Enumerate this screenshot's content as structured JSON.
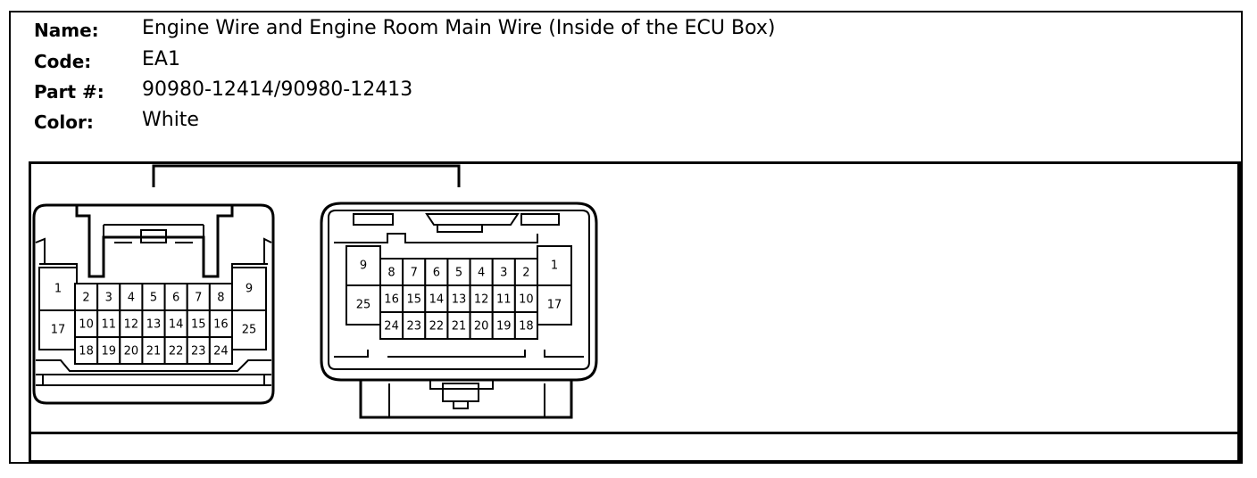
{
  "connector": {
    "fields": [
      {
        "label": "Name:",
        "value": "Engine Wire and Engine Room Main Wire (Inside of the ECU Box)"
      },
      {
        "label": "Code:",
        "value": "EA1"
      },
      {
        "label": "Part #:",
        "value": "90980-12414/90980-12413"
      },
      {
        "label": "Color:",
        "value": "White"
      }
    ]
  },
  "pins": {
    "left_view": {
      "top_row": [
        "2",
        "3",
        "4",
        "5",
        "6",
        "7",
        "8"
      ],
      "middle_row": [
        "10",
        "11",
        "12",
        "13",
        "14",
        "15",
        "16"
      ],
      "bottom_row": [
        "18",
        "19",
        "20",
        "21",
        "22",
        "23",
        "24"
      ],
      "side_left": [
        "1",
        "17"
      ],
      "side_right": [
        "9",
        "25"
      ]
    },
    "right_view": {
      "top_row": [
        "8",
        "7",
        "6",
        "5",
        "4",
        "3",
        "2"
      ],
      "middle_row": [
        "16",
        "15",
        "14",
        "13",
        "12",
        "11",
        "10"
      ],
      "bottom_row": [
        "24",
        "23",
        "22",
        "21",
        "20",
        "19",
        "18"
      ],
      "side_left": [
        "9",
        "25"
      ],
      "side_right": [
        "1",
        "17"
      ]
    }
  }
}
